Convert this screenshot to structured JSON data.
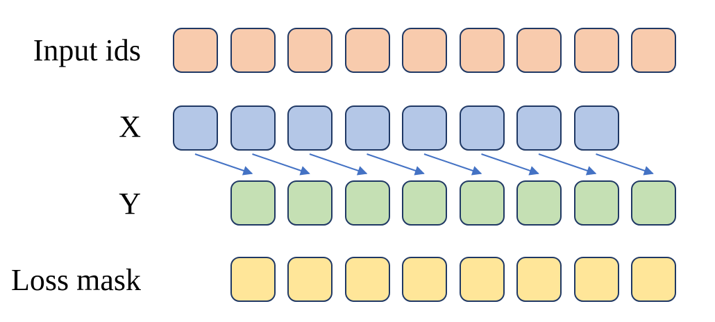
{
  "diagram": {
    "background": "#FFFFFF",
    "border_color": "#1F3864",
    "arrow_color": "#4472C4",
    "label_color": "#000000",
    "rows": [
      {
        "key": "input_ids",
        "label": "Input ids",
        "square_count": 9,
        "fill": "#F8CBAD",
        "col_offset": 0
      },
      {
        "key": "x",
        "label": "X",
        "square_count": 8,
        "fill": "#B4C7E7",
        "col_offset": 0
      },
      {
        "key": "y",
        "label": "Y",
        "square_count": 8,
        "fill": "#C5E0B4",
        "col_offset": 1
      },
      {
        "key": "loss_mask",
        "label": "Loss mask",
        "square_count": 8,
        "fill": "#FFE699",
        "col_offset": 1
      }
    ],
    "arrows": {
      "count": 8,
      "from": "X",
      "to": "Y"
    }
  }
}
